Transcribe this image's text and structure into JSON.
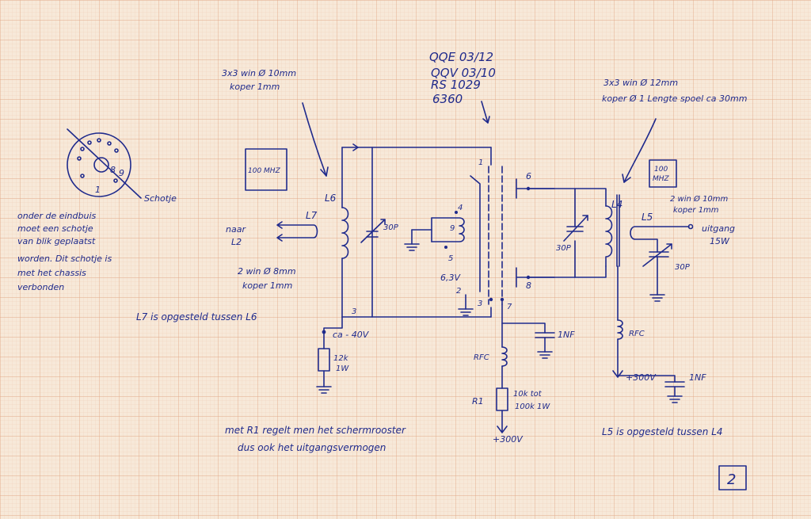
{
  "colors": {
    "ink": "#1f2a8c",
    "paper": "#f7e9d9",
    "grid_minor": "#eec9b0",
    "grid_major": "#e2a989"
  },
  "tube": {
    "types": [
      "QQE 03/12",
      "QQV 03/10",
      "RS 1029",
      "6360"
    ]
  },
  "socket": {
    "pin_labels": [
      "8",
      "1",
      "9"
    ],
    "screen_label": "Schotje",
    "note": [
      "onder de eindbuis",
      "moet een schotje",
      "van blik geplaatst",
      "worden. Dit schotje is",
      "met het chassis",
      "verbonden"
    ]
  },
  "input": {
    "freq_box": "100 MHZ",
    "coil_spec": [
      "3x3 win Ø 10mm",
      "koper 1mm"
    ],
    "l6_label": "L6",
    "l7_label": "L7",
    "naar_label": [
      "naar",
      "L2"
    ],
    "l7_spec": [
      "2 win Ø 8mm",
      "koper 1mm"
    ],
    "cap_label": "30P",
    "pin3_label": "3",
    "note": "L7 is opgesteld tussen L6"
  },
  "grid_bias": {
    "cap_label": "ca - 40V",
    "resistor": [
      "12k",
      "1W"
    ]
  },
  "tube_pins": {
    "p1": "1",
    "p2": "2",
    "p3": "3",
    "p4": "4",
    "p5": "5",
    "p6": "6",
    "p7": "7",
    "p8": "8",
    "p9": "9",
    "heater": "6,3V"
  },
  "screen_supply": {
    "cap": "1NF",
    "rfc": "RFC",
    "r1_label": "R1",
    "r1_value": [
      "10k tot",
      "100k 1W"
    ],
    "supply": "+300V"
  },
  "output": {
    "freq_box": [
      "100",
      "MHZ"
    ],
    "coil_spec": [
      "3x3 win Ø 12mm",
      "koper Ø 1   Lengte spoel ca 30mm"
    ],
    "l4_label": "L4",
    "l5_label": "L5",
    "l5_spec": [
      "2 win Ø 10mm",
      "koper 1mm"
    ],
    "tank_cap": "30P",
    "out_cap": "30P",
    "out_label": [
      "uitgang",
      "15W"
    ],
    "rfc": "RFC",
    "supply": "+300V",
    "supply_cap": "1NF",
    "note": "L5 is opgesteld tussen L4"
  },
  "notes": {
    "r1_note": [
      "met R1 regelt men het schermrooster",
      "dus ook het uitgangsvermogen"
    ],
    "page_number": "2"
  }
}
